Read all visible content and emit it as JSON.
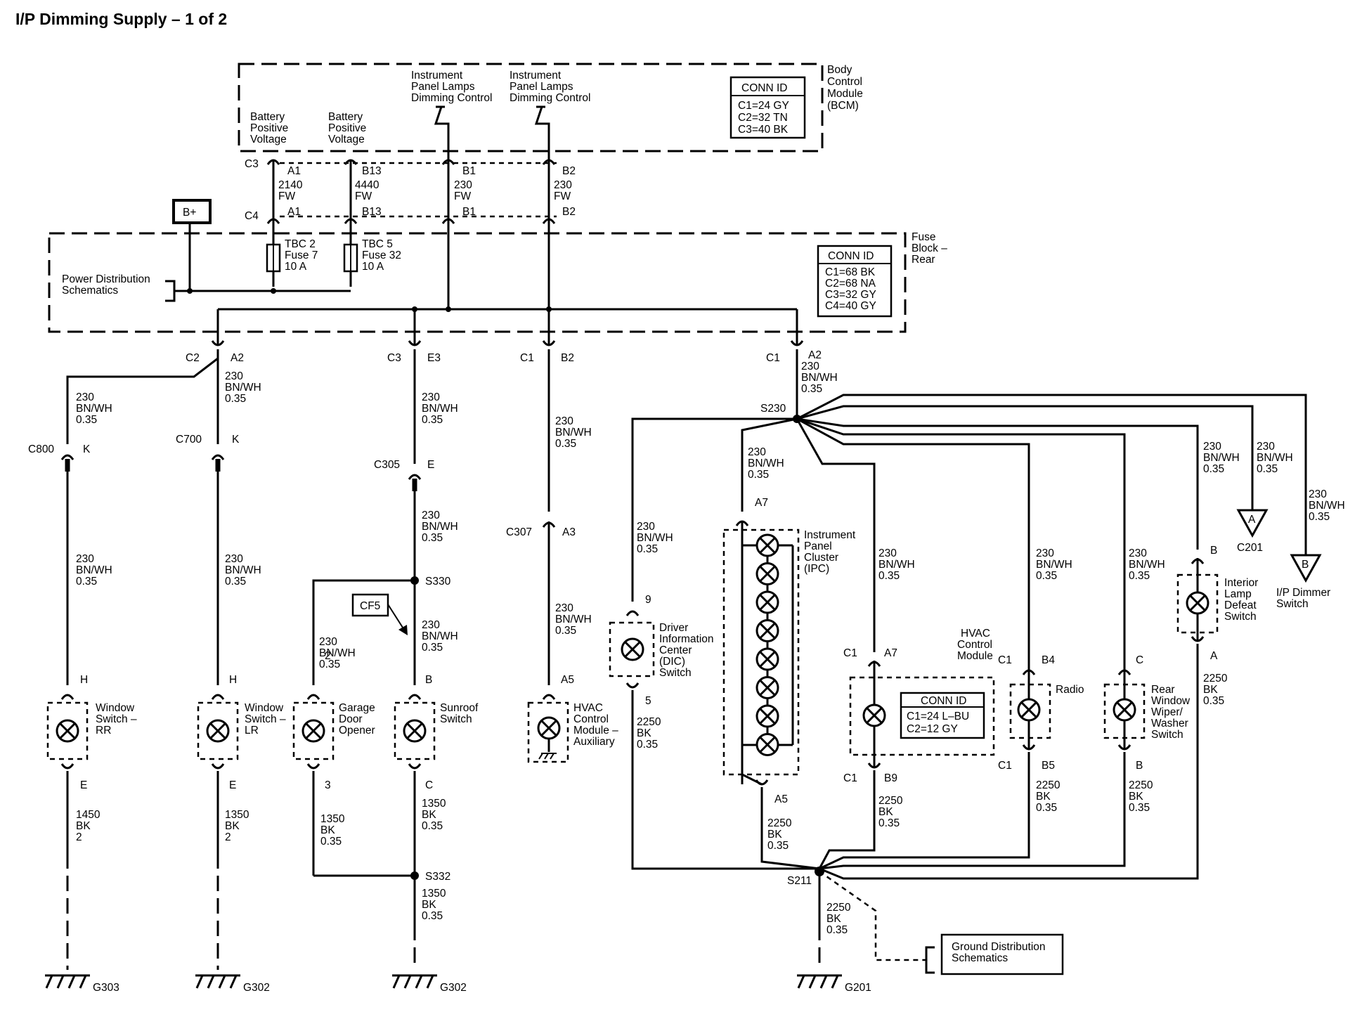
{
  "title": "I/P Dimming Supply – 1 of 2",
  "modules": {
    "bcm": {
      "name": [
        "Body",
        "Control",
        "Module",
        "(BCM)"
      ],
      "conn_header": "CONN ID",
      "conn": [
        "C1=24 GY",
        "C2=32 TN",
        "C3=40 BK"
      ],
      "sources": [
        [
          "Battery",
          "Positive",
          "Voltage"
        ],
        [
          "Battery",
          "Positive",
          "Voltage"
        ],
        [
          "Instrument",
          "Panel Lamps",
          "Dimming Control"
        ],
        [
          "Instrument",
          "Panel Lamps",
          "Dimming Control"
        ]
      ]
    },
    "fuse_block": {
      "name": [
        "Fuse",
        "Block –",
        "Rear"
      ],
      "conn_header": "CONN ID",
      "conn": [
        "C1=68 BK",
        "C2=68 NA",
        "C3=32 GY",
        "C4=40 GY"
      ],
      "fuses": [
        [
          "TBC 2",
          "Fuse 7",
          "10 A"
        ],
        [
          "TBC 5",
          "Fuse 32",
          "10 A"
        ]
      ],
      "power_ref": [
        "Power Distribution",
        "Schematics"
      ],
      "battery": "B+"
    },
    "hvac": {
      "name": [
        "HVAC",
        "Control",
        "Module"
      ],
      "conn_header": "CONN ID",
      "conn": [
        "C1=24 L–BU",
        "C2=12 GY"
      ]
    }
  },
  "labels": {
    "c3": "C3",
    "c4": "C4",
    "a1": "A1",
    "b13": "B13",
    "b1": "B1",
    "b2": "B2",
    "w2140": "2140",
    "w4440": "4440",
    "w230": "230",
    "fw": "FW",
    "c2": "C2",
    "a2": "A2",
    "e3": "E3",
    "c1": "C1",
    "w230bn": [
      "230",
      "BN/WH",
      "0.35"
    ],
    "c800": "C800",
    "c700": "C700",
    "k": "K",
    "c305": "C305",
    "e": "E",
    "c307": "C307",
    "a3": "A3",
    "s230": "S230",
    "s330": "S330",
    "s332": "S332",
    "s211": "S211",
    "cf5": "CF5",
    "h": "H",
    "two": "2",
    "three": "3",
    "b": "B",
    "c": "C",
    "a5": "A5",
    "a7": "A7",
    "nine": "9",
    "five": "5",
    "b4": "B4",
    "b5": "B5",
    "b9": "B9",
    "a": "A",
    "w1450": [
      "1450",
      "BK",
      "2"
    ],
    "w1350_2": [
      "1350",
      "BK",
      "2"
    ],
    "w1350": [
      "1350",
      "BK",
      "0.35"
    ],
    "w2250": [
      "2250",
      "BK",
      "0.35"
    ],
    "g303": "G303",
    "g302": "G302",
    "g201": "G201",
    "c201": "C201"
  },
  "components": {
    "window_rr": [
      "Window",
      "Switch –",
      "RR"
    ],
    "window_lr": [
      "Window",
      "Switch –",
      "LR"
    ],
    "garage": [
      "Garage",
      "Door",
      "Opener"
    ],
    "sunroof": [
      "Sunroof",
      "Switch"
    ],
    "hvac_aux": [
      "HVAC",
      "Control",
      "Module –",
      "Auxiliary"
    ],
    "dic": [
      "Driver",
      "Information",
      "Center",
      "(DIC)",
      "Switch"
    ],
    "ipc": [
      "Instrument",
      "Panel",
      "Cluster",
      "(IPC)"
    ],
    "radio": "Radio",
    "rear_wiper": [
      "Rear",
      "Window",
      "Wiper/",
      "Washer",
      "Switch"
    ],
    "interior_lamp": [
      "Interior",
      "Lamp",
      "Defeat",
      "Switch"
    ],
    "ip_dimmer": [
      "I/P Dimmer",
      "Switch"
    ],
    "ground_ref": [
      "Ground Distribution",
      "Schematics"
    ]
  }
}
